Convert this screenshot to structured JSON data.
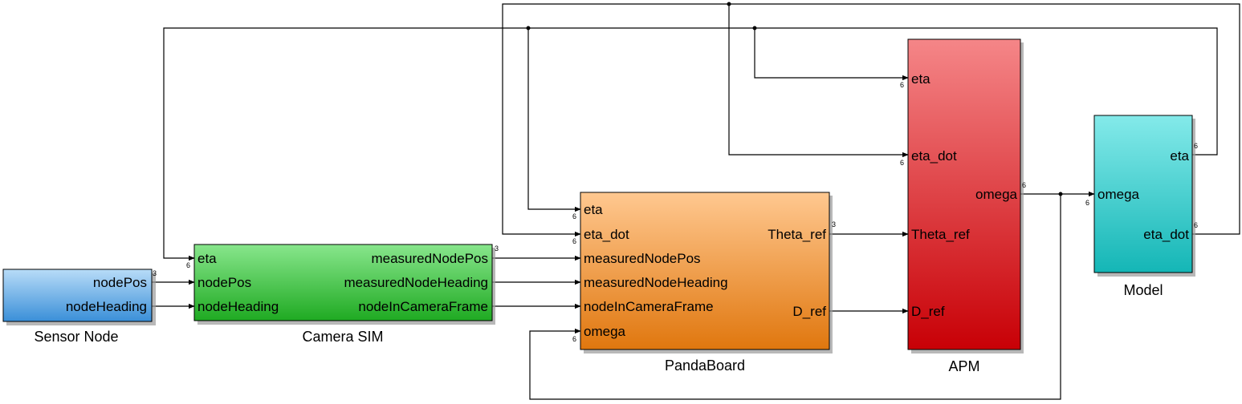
{
  "blocks": {
    "sensor_node": {
      "name": "Sensor Node",
      "outputs": [
        "nodePos",
        "nodeHeading"
      ],
      "colors": {
        "top": "#b8dcf8",
        "bottom": "#3a8fd8"
      }
    },
    "camera_sim": {
      "name": "Camera SIM",
      "inputs": [
        "eta",
        "nodePos",
        "nodeHeading"
      ],
      "outputs": [
        "measuredNodePos",
        "measuredNodeHeading",
        "nodeInCameraFrame"
      ],
      "colors": {
        "top": "#88e68c",
        "bottom": "#1faa22"
      }
    },
    "pandaboard": {
      "name": "PandaBoard",
      "inputs": [
        "eta",
        "eta_dot",
        "measuredNodePos",
        "measuredNodeHeading",
        "nodeInCameraFrame",
        "omega"
      ],
      "outputs": [
        "Theta_ref",
        "D_ref"
      ],
      "colors": {
        "top": "#ffc890",
        "bottom": "#e0770e"
      }
    },
    "apm": {
      "name": "APM",
      "inputs": [
        "eta",
        "eta_dot",
        "Theta_ref",
        "D_ref"
      ],
      "outputs": [
        "omega"
      ],
      "colors": {
        "top": "#f58688",
        "bottom": "#c80006"
      }
    },
    "model": {
      "name": "Model",
      "inputs": [
        "omega"
      ],
      "outputs": [
        "eta",
        "eta_dot"
      ],
      "colors": {
        "top": "#84eaea",
        "bottom": "#14b6b6"
      }
    }
  },
  "signal_dims": {
    "sensor_nodePos": "3",
    "camera_eta_in": "6",
    "camera_measuredNodePos": "3",
    "panda_eta_in": "6",
    "panda_eta_dot_in": "6",
    "panda_omega_in": "6",
    "panda_theta_ref": "3",
    "apm_eta_in": "6",
    "apm_eta_dot_in": "6",
    "apm_omega_out": "6",
    "model_omega_in": "6",
    "model_eta_out": "6",
    "model_eta_dot_out": "6"
  }
}
